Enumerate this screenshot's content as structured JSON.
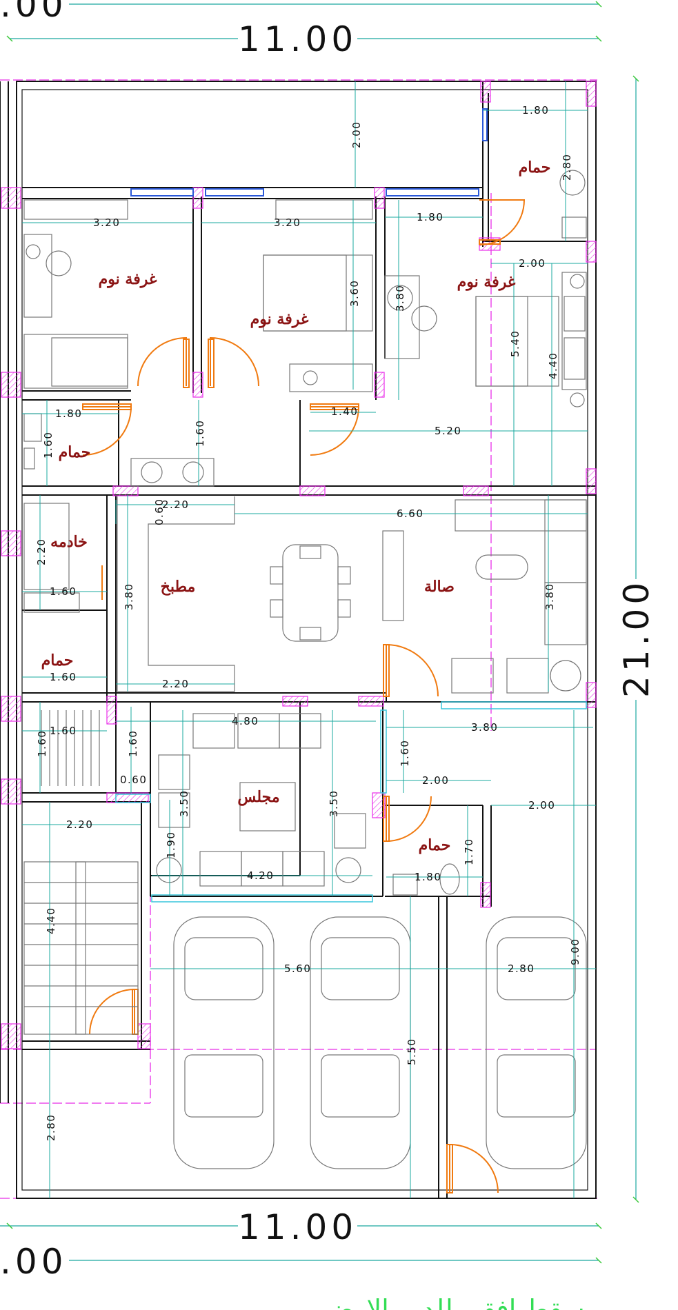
{
  "colors": {
    "wall": "#111111",
    "magenta": "#e82de8",
    "dim": "#19a89f",
    "tick": "#3cc93c",
    "door": "#f07a10",
    "window": "#2a58d8",
    "glass": "#38c6dc",
    "room_text": "#8b1414",
    "title": "#33dd55",
    "furniture": "#777777"
  },
  "title": "مسقط افقي للدور الارضي",
  "rooms": {
    "bedroom_1": "غرفة نوم",
    "bedroom_2": "غرفة نوم",
    "bedroom_3": "غرفة نوم",
    "bath_top": "حمام",
    "bath_left": "حمام",
    "maid": "خادمه",
    "kitchen": "مطبخ",
    "living": "صالة",
    "bath_maid": "حمام",
    "majlis": "مجلس",
    "bath_guest": "حمام"
  },
  "dims": {
    "top_partial": ".00",
    "top_total": "11.00",
    "bottom_total": "11.00",
    "bottom_partial": ".00",
    "right_total": "21.00",
    "d_200_top": "2.00",
    "d_180_bath": "1.80",
    "d_280_bath": "2.80",
    "d_320_a": "3.20",
    "d_320_b": "3.20",
    "d_180_c": "1.80",
    "d_200_c": "2.00",
    "d_360": "3.60",
    "d_380_a": "3.80",
    "d_540": "5.40",
    "d_440_a": "4.40",
    "d_180_d": "1.80",
    "d_160_a": "1.60",
    "d_160_b": "1.60",
    "d_140": "1.40",
    "d_520": "5.20",
    "d_060_a": "0.60",
    "d_220_a": "2.20",
    "d_660": "6.60",
    "d_220_b": "2.20",
    "d_160_c": "1.60",
    "d_380_b": "3.80",
    "d_380_c": "3.80",
    "d_160_d": "1.60",
    "d_220_c": "2.20",
    "d_160_e": "1.60",
    "d_480": "4.80",
    "d_160_f": "1.60",
    "d_160_g": "1.60",
    "d_380_d": "3.80",
    "d_060_b": "0.60",
    "d_160_h": "1.60",
    "d_200_d": "2.00",
    "d_350_a": "3.50",
    "d_350_b": "3.50",
    "d_200_e": "2.00",
    "d_220_d": "2.20",
    "d_190": "1.90",
    "d_170": "1.70",
    "d_420": "4.20",
    "d_180_e": "1.80",
    "d_440_b": "4.40",
    "d_560": "5.60",
    "d_280_b": "2.80",
    "d_900": "9.00",
    "d_550": "5.50",
    "d_280_c": "2.80"
  }
}
